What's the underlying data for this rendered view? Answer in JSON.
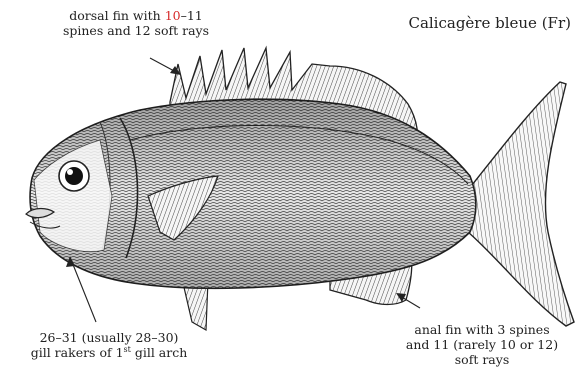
{
  "figure": {
    "common_name": "Calicagère bleue (Fr)",
    "labels": {
      "dorsal": {
        "line1_before": "dorsal fin with ",
        "line1_highlight": "10",
        "line1_after": "–11",
        "line2": "spines and 12 soft rays"
      },
      "gill": {
        "line1": "26–31 (usually 28–30)",
        "line2_before": "gill rakers of 1",
        "line2_sup": "st",
        "line2_after": " gill arch"
      },
      "anal": {
        "line1": "anal fin with 3 spines",
        "line2": "and 11 (rarely 10 or 12)",
        "line3": "soft rays"
      }
    },
    "colors": {
      "highlight": "#d62a2a",
      "ink": "#222222"
    }
  }
}
